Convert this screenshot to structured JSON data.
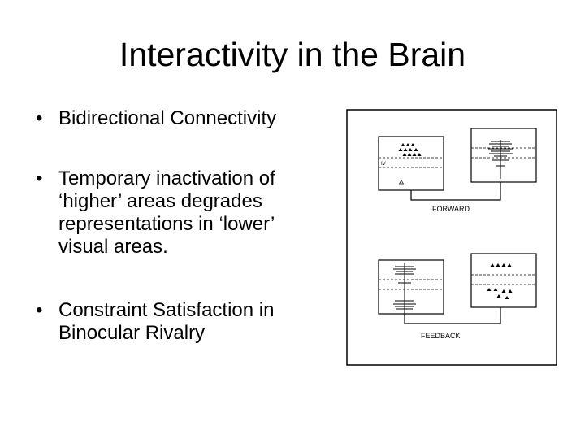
{
  "slide": {
    "title": "Interactivity in the Brain",
    "bullets": [
      "Bidirectional Connectivity",
      "Temporary inactivation of ‘higher’ areas degrades representations in ‘lower’ visual areas.",
      "Constraint Satisfaction in Binocular Rivalry"
    ],
    "bullet_marker": "•"
  },
  "figure": {
    "forward_label": "FORWARD",
    "feedback_label": "FEEDBACK",
    "layer_label": "IV"
  }
}
